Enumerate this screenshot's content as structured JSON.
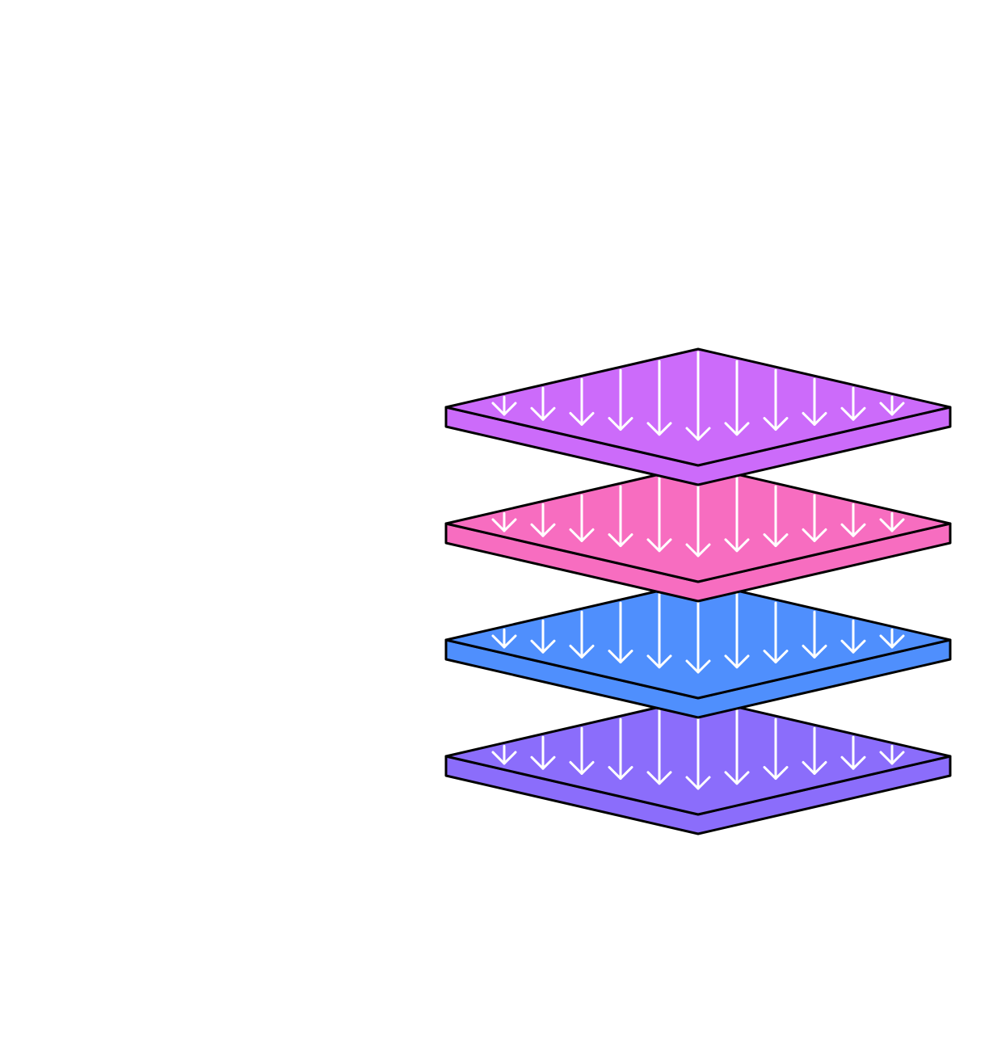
{
  "diagram": {
    "layers": [
      {
        "id": "top",
        "color": "#cc6bfa",
        "arrow_icon": "arrow-down-icon"
      },
      {
        "id": "second",
        "color": "#f76dc0",
        "arrow_icon": "arrow-down-icon"
      },
      {
        "id": "third",
        "color": "#4f8ffd",
        "arrow_icon": "arrow-down-icon"
      },
      {
        "id": "bottom",
        "color": "#8b6dfb",
        "arrow_icon": "arrow-down-icon"
      }
    ],
    "outline_color": "#000000",
    "arrow_color": "#ffffff",
    "arrow_direction": "down"
  }
}
